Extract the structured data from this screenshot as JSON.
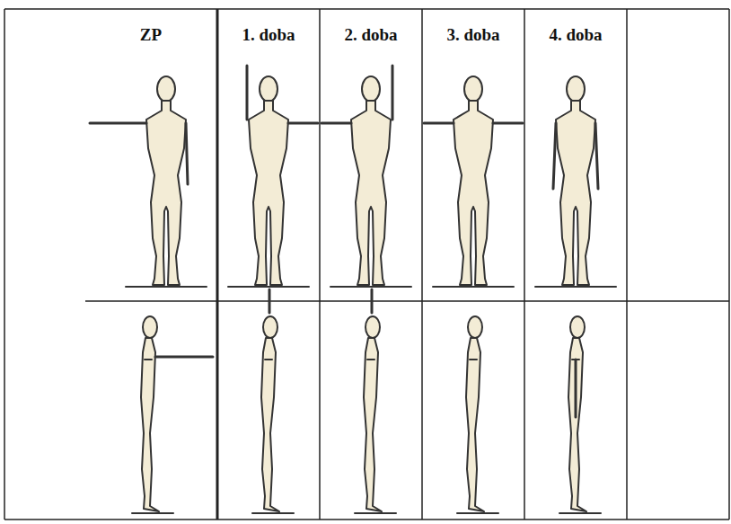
{
  "diagram": {
    "labels": [
      "ZP",
      "1. doba",
      "2. doba",
      "3. doba",
      "4. doba"
    ]
  }
}
